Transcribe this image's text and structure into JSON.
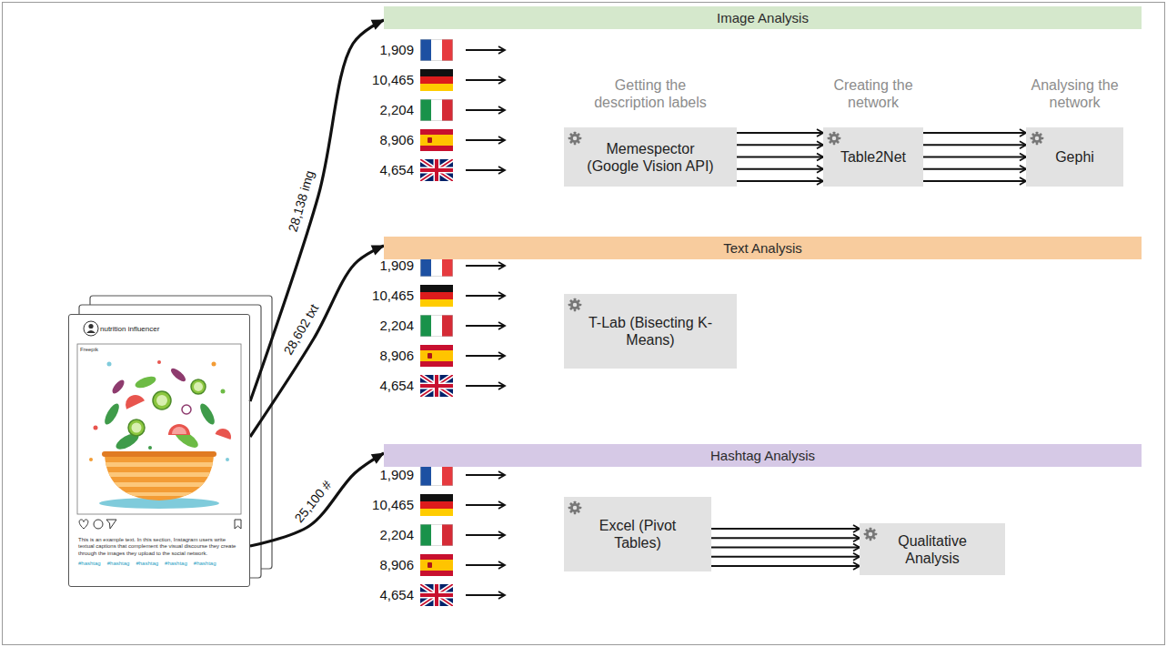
{
  "diagram": {
    "nodes": [
      {
        "text": [
          "nutrition influencer",
          "Freepik",
          "This is an example text. In this section, Instagram users write textual captions that complement the visual discourse they create through the images they upload to the social network.",
          "#hashtag",
          "#hashtag",
          "#hashtag",
          "#hashtag",
          "#hashtag"
        ]
      },
      {
        "text": [
          "Image Analysis"
        ]
      },
      {
        "text": [
          "Getting the description labels",
          "Memespector (Google Vision API)"
        ]
      },
      {
        "text": [
          "Creating the network",
          "Table2Net"
        ]
      },
      {
        "text": [
          "Analysing the network",
          "Gephi"
        ]
      },
      {
        "text": [
          "Text Analysis"
        ]
      },
      {
        "text": [
          "T-Lab (Bisecting K-Means)"
        ]
      },
      {
        "text": [
          "Hashtag Analysis"
        ]
      },
      {
        "text": [
          "Excel (Pivot Tables)"
        ]
      },
      {
        "text": [
          "Qualitative Analysis"
        ]
      }
    ],
    "edges": [
      {
        "from": 0,
        "to": 1,
        "arrow": "to",
        "label": "28,138 img"
      },
      {
        "from": 0,
        "to": 5,
        "arrow": "to",
        "label": "28,602 txt"
      },
      {
        "from": 0,
        "to": 7,
        "arrow": "to",
        "label": "25,100 #"
      },
      {
        "from": 2,
        "to": 3,
        "arrow": "to"
      },
      {
        "from": 2,
        "to": 3,
        "arrow": "to"
      },
      {
        "from": 2,
        "to": 3,
        "arrow": "to"
      },
      {
        "from": 2,
        "to": 3,
        "arrow": "to"
      },
      {
        "from": 2,
        "to": 3,
        "arrow": "to"
      },
      {
        "from": 3,
        "to": 4,
        "arrow": "to"
      },
      {
        "from": 3,
        "to": 4,
        "arrow": "to"
      },
      {
        "from": 3,
        "to": 4,
        "arrow": "to"
      },
      {
        "from": 3,
        "to": 4,
        "arrow": "to"
      },
      {
        "from": 3,
        "to": 4,
        "arrow": "to"
      },
      {
        "from": 8,
        "to": 9,
        "arrow": "to"
      },
      {
        "from": 8,
        "to": 9,
        "arrow": "to"
      },
      {
        "from": 8,
        "to": 9,
        "arrow": "to"
      },
      {
        "from": 8,
        "to": 9,
        "arrow": "to"
      },
      {
        "from": 8,
        "to": 9,
        "arrow": "to"
      }
    ],
    "labels": [
      "1,909",
      "10,465",
      "2,204",
      "8,906",
      "4,654",
      "1,909",
      "10,465",
      "2,204",
      "8,906",
      "4,654",
      "1,909",
      "10,465",
      "2,204",
      "8,906",
      "4,654"
    ]
  }
}
